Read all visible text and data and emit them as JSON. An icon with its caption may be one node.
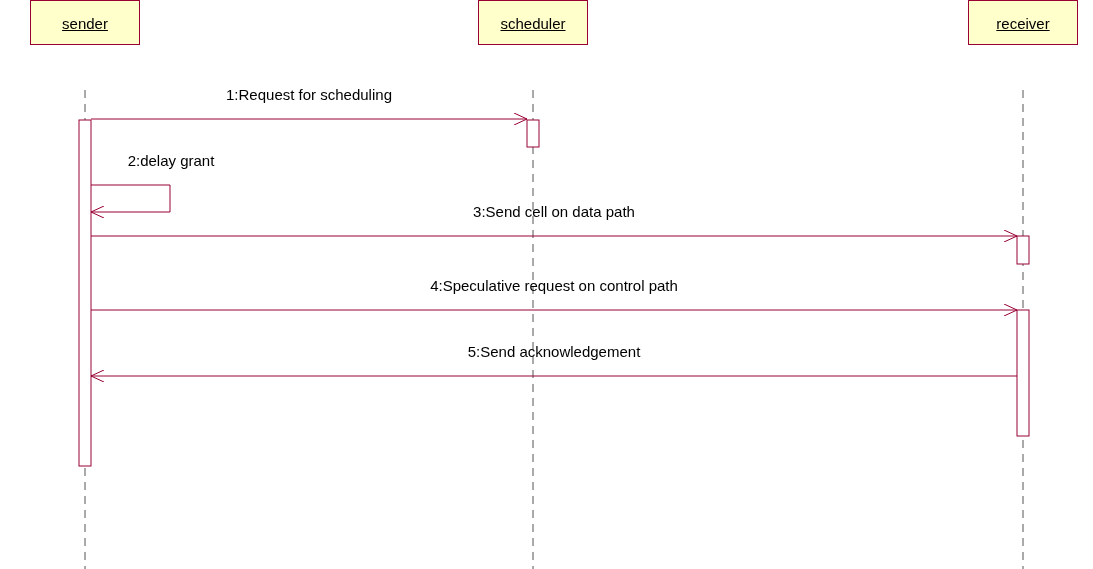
{
  "diagram": {
    "nodes": [
      {
        "text": [
          "sender"
        ]
      },
      {
        "text": [
          "scheduler"
        ]
      },
      {
        "text": [
          "receiver"
        ]
      },
      {
        "text": [],
        "shape": "bar"
      },
      {
        "text": [],
        "shape": "bar"
      },
      {
        "text": [],
        "shape": "bar"
      },
      {
        "text": [],
        "shape": "bar"
      }
    ],
    "edges": [
      {
        "from": 3,
        "to": 4,
        "arrow": "to",
        "label": "1:Request for scheduling"
      },
      {
        "from": 3,
        "to": 3,
        "arrow": "to",
        "label": "2:delay grant"
      },
      {
        "from": 3,
        "to": 5,
        "arrow": "to",
        "label": "3:Send cell on data path"
      },
      {
        "from": 3,
        "to": 6,
        "arrow": "to",
        "label": "4:Speculative request on control path"
      },
      {
        "from": 6,
        "to": 3,
        "arrow": "to",
        "label": "5:Send acknowledgement"
      }
    ]
  }
}
